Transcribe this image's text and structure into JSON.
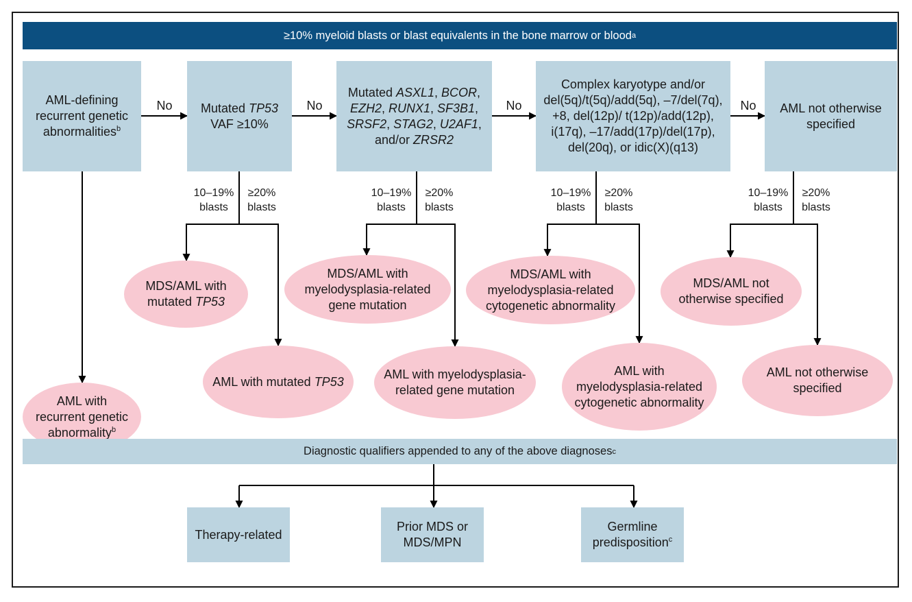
{
  "header": {
    "text": "≥10% myeloid blasts or blast equivalents in the bone marrow or blood",
    "sup": "a"
  },
  "decision_boxes": [
    {
      "segments": [
        {
          "t": "AML-defining recurrent genetic abnormalities"
        },
        {
          "t": "b",
          "sup": true
        }
      ]
    },
    {
      "segments": [
        {
          "t": "Mutated "
        },
        {
          "t": "TP53",
          "i": true
        },
        {
          "t": " VAF ≥10%"
        }
      ]
    },
    {
      "segments": [
        {
          "t": "Mutated "
        },
        {
          "t": "ASXL1",
          "i": true
        },
        {
          "t": ", "
        },
        {
          "t": "BCOR",
          "i": true
        },
        {
          "t": ", "
        },
        {
          "t": "EZH2",
          "i": true
        },
        {
          "t": ", "
        },
        {
          "t": "RUNX1",
          "i": true
        },
        {
          "t": ", "
        },
        {
          "t": "SF3B1",
          "i": true
        },
        {
          "t": ", "
        },
        {
          "t": "SRSF2",
          "i": true
        },
        {
          "t": ", "
        },
        {
          "t": "STAG2",
          "i": true
        },
        {
          "t": ", "
        },
        {
          "t": "U2AF1",
          "i": true
        },
        {
          "t": ", and/or "
        },
        {
          "t": "ZRSR2",
          "i": true
        }
      ]
    },
    {
      "segments": [
        {
          "t": "Complex karyotype and/or del(5q)/t(5q)/add(5q), –7/del(7q), +8, del(12p)/ t(12p)/add(12p), i(17q), –17/add(17p)/del(17p), del(20q), or idic(X)(q13)"
        }
      ]
    },
    {
      "segments": [
        {
          "t": "AML not otherwise specified"
        }
      ]
    }
  ],
  "no_labels": [
    "No",
    "No",
    "No",
    "No"
  ],
  "blast_labels": {
    "low": "10–19%\nblasts",
    "high": "≥20%\nblasts"
  },
  "mds_ovals": [
    {
      "segments": [
        {
          "t": "MDS/AML with mutated "
        },
        {
          "t": "TP53",
          "i": true
        }
      ]
    },
    {
      "segments": [
        {
          "t": "MDS/AML with myelodysplasia-related gene mutation"
        }
      ]
    },
    {
      "segments": [
        {
          "t": "MDS/AML with myelodysplasia-related cytogenetic abnormality"
        }
      ]
    },
    {
      "segments": [
        {
          "t": "MDS/AML not otherwise specified"
        }
      ]
    }
  ],
  "aml_ovals": [
    {
      "segments": [
        {
          "t": "AML with recurrent genetic abnormality"
        },
        {
          "t": "b",
          "sup": true
        }
      ]
    },
    {
      "segments": [
        {
          "t": "AML with mutated "
        },
        {
          "t": "TP53",
          "i": true
        }
      ]
    },
    {
      "segments": [
        {
          "t": "AML with myelodysplasia-related gene mutation"
        }
      ]
    },
    {
      "segments": [
        {
          "t": "AML with myelodysplasia-related cytogenetic abnormality"
        }
      ]
    },
    {
      "segments": [
        {
          "t": "AML not otherwise specified"
        }
      ]
    }
  ],
  "qualifiers": {
    "header": {
      "text": "Diagnostic qualifiers appended to any of the above diagnoses",
      "sup": "c"
    },
    "items": [
      {
        "segments": [
          {
            "t": "Therapy-related"
          }
        ]
      },
      {
        "segments": [
          {
            "t": "Prior MDS or MDS/MPN"
          }
        ]
      },
      {
        "segments": [
          {
            "t": "Germline predisposition"
          },
          {
            "t": "c",
            "sup": true
          }
        ]
      }
    ]
  },
  "colors": {
    "header_bg": "#0c4f80",
    "box_bg": "#bcd4e0",
    "oval_bg": "#f8c9d2"
  }
}
